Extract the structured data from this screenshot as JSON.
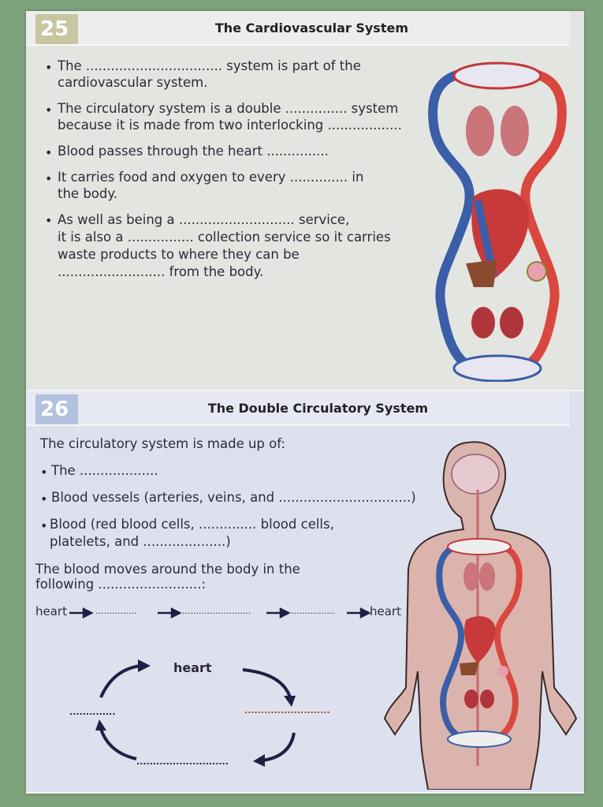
{
  "section25": {
    "number": "25",
    "title": "The Cardiovascular System",
    "bullet": "•",
    "lines": [
      "The ................................. system is part of the",
      "cardiovascular system.",
      "The circulatory system is a double ............... system",
      "because it is made from two interlocking ..................",
      "Blood passes through the heart ...............",
      "It carries food and oxygen to every .............. in",
      "the body.",
      "As well as being a ............................ service,",
      "it is also a ................ collection service so it carries",
      "waste products to where they can be",
      ".......................... from the body."
    ]
  },
  "section26": {
    "number": "26",
    "title": "The Double Circulatory System",
    "intro": "The circulatory system is made up of:",
    "bullet": "•",
    "lines": [
      "The ...................",
      "Blood vessels (arteries, veins, and ................................)",
      "Blood (red blood cells, .............. blood cells,",
      "platelets, and ....................)",
      "The blood moves around the body in the",
      "following .........................:"
    ],
    "flow": {
      "start": "heart",
      "blank1": "...............",
      "blank2": ".........................",
      "blank3": "................",
      "end": "heart"
    },
    "cycle": {
      "center": "heart",
      "left_blank": "..............",
      "right_blank": "..........................",
      "bottom_blank": "............................"
    }
  }
}
